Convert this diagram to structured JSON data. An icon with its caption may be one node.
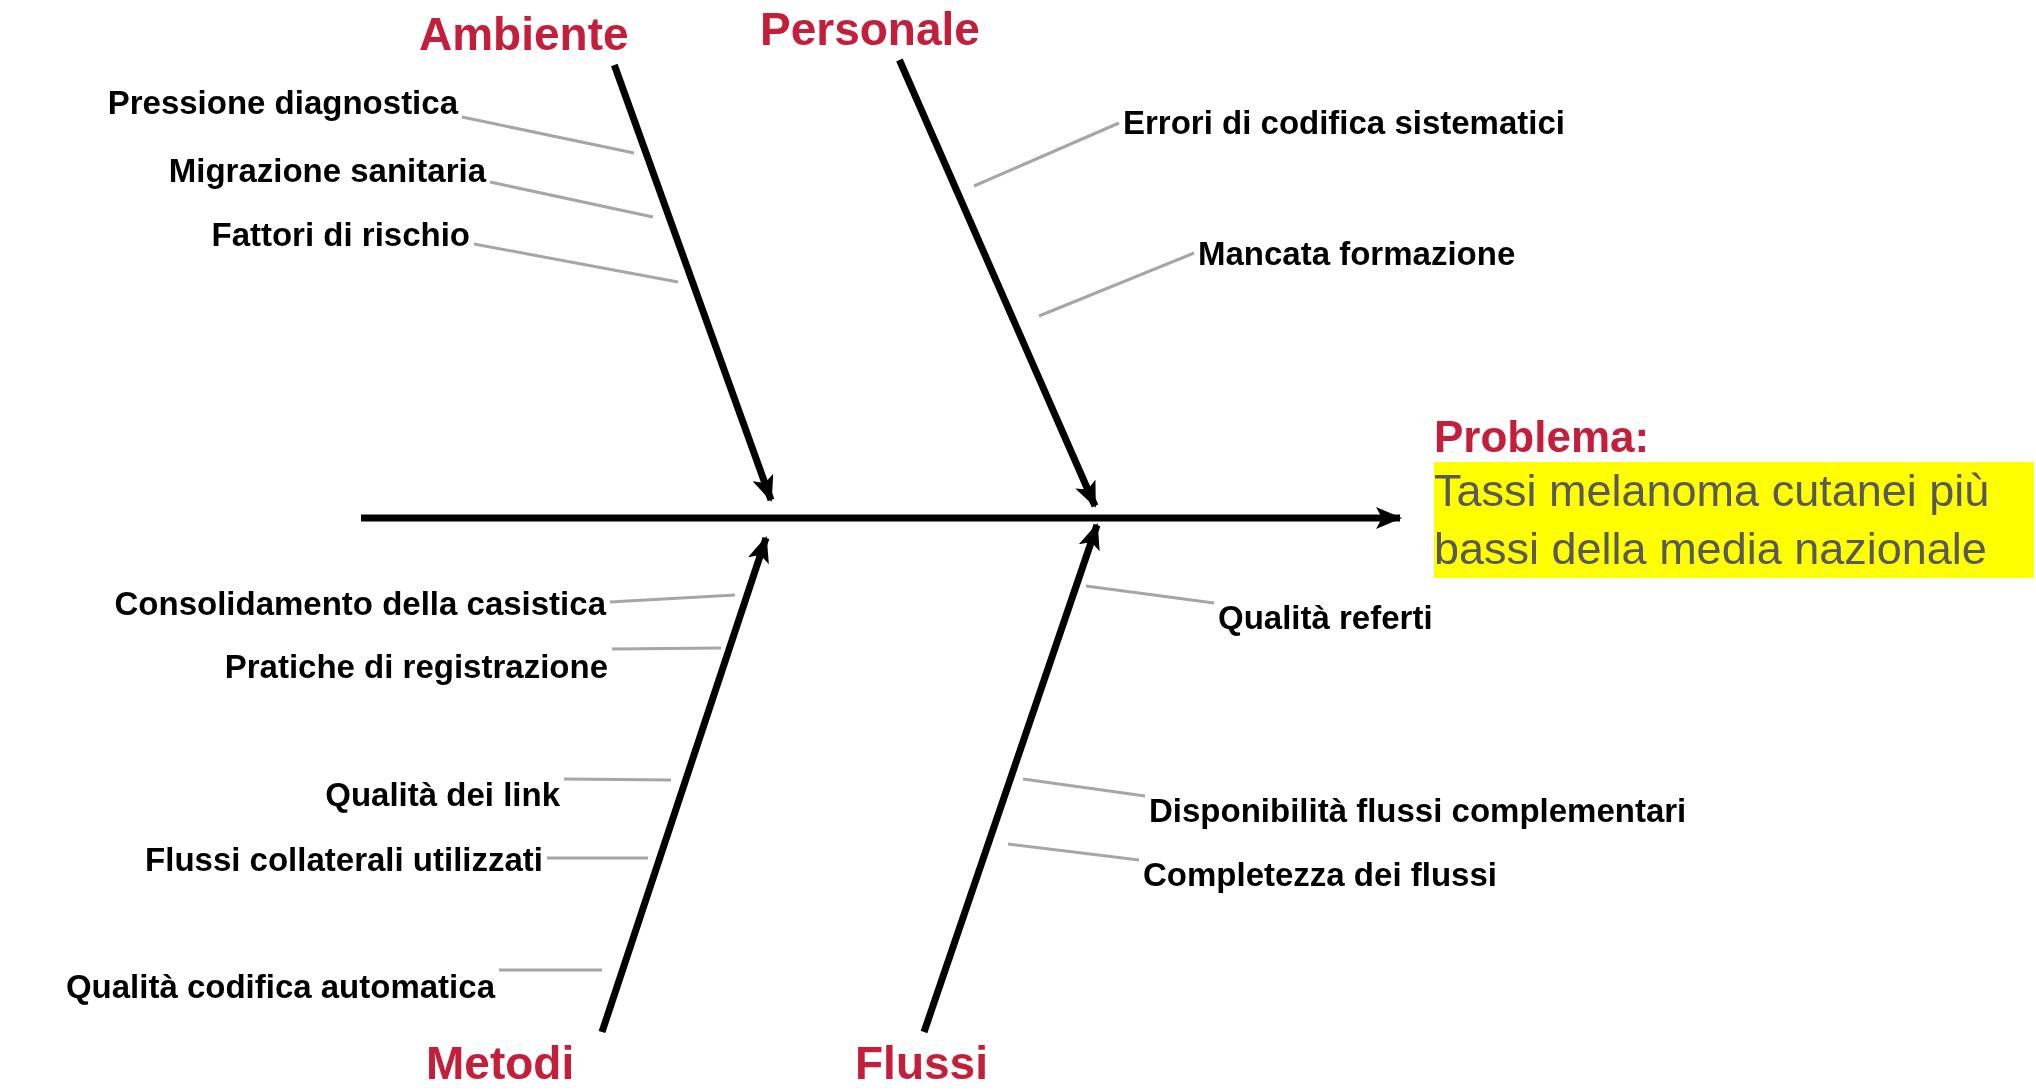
{
  "diagram": {
    "nodes": [
      {
        "text": [
          "Ambiente"
        ]
      },
      {
        "text": [
          "Personale"
        ]
      },
      {
        "text": [
          "Pressione diagnostica"
        ]
      },
      {
        "text": [
          "Migrazione sanitaria"
        ]
      },
      {
        "text": [
          "Fattori di rischio"
        ]
      },
      {
        "text": [
          "Errori di codifica sistematici"
        ]
      },
      {
        "text": [
          "Mancata formazione"
        ]
      },
      {
        "text": [
          "Problema:",
          "Tassi melanoma cutanei più bassi della media nazionale"
        ]
      },
      {
        "text": [
          "Consolidamento della casistica"
        ]
      },
      {
        "text": [
          "Qualità referti"
        ]
      },
      {
        "text": [
          "Pratiche di registrazione"
        ]
      },
      {
        "text": [
          "Qualità dei link"
        ]
      },
      {
        "text": [
          "Disponibilità flussi complementari"
        ]
      },
      {
        "text": [
          "Flussi collaterali utilizzati"
        ]
      },
      {
        "text": [
          "Completezza dei flussi"
        ]
      },
      {
        "text": [
          "Qualità codifica automatica"
        ]
      },
      {
        "text": [
          "Metodi"
        ]
      },
      {
        "text": [
          "Flussi"
        ]
      }
    ],
    "edges": [
      {
        "from": null,
        "to": 7,
        "arrow": "to",
        "style": "thick",
        "color": "#000000"
      },
      {
        "from": 0,
        "to": null,
        "arrow": "to",
        "style": "thick",
        "color": "#000000"
      },
      {
        "from": 1,
        "to": null,
        "arrow": "to",
        "style": "thick",
        "color": "#000000"
      },
      {
        "from": 16,
        "to": null,
        "arrow": "to",
        "style": "thick",
        "color": "#000000"
      },
      {
        "from": 17,
        "to": null,
        "arrow": "to",
        "style": "thick",
        "color": "#000000"
      },
      {
        "from": 2,
        "to": null,
        "arrow": "none"
      },
      {
        "from": 3,
        "to": null,
        "arrow": "none"
      },
      {
        "from": 4,
        "to": null,
        "arrow": "none"
      },
      {
        "from": 5,
        "to": null,
        "arrow": "none"
      },
      {
        "from": 6,
        "to": null,
        "arrow": "none"
      },
      {
        "from": 8,
        "to": null,
        "arrow": "none"
      },
      {
        "from": 10,
        "to": null,
        "arrow": "none"
      },
      {
        "from": 11,
        "to": null,
        "arrow": "none"
      },
      {
        "from": 13,
        "to": null,
        "arrow": "none"
      },
      {
        "from": 15,
        "to": null,
        "arrow": "none"
      },
      {
        "from": 9,
        "to": null,
        "arrow": "none"
      },
      {
        "from": 12,
        "to": null,
        "arrow": "none"
      },
      {
        "from": 14,
        "to": null,
        "arrow": "none"
      }
    ]
  }
}
